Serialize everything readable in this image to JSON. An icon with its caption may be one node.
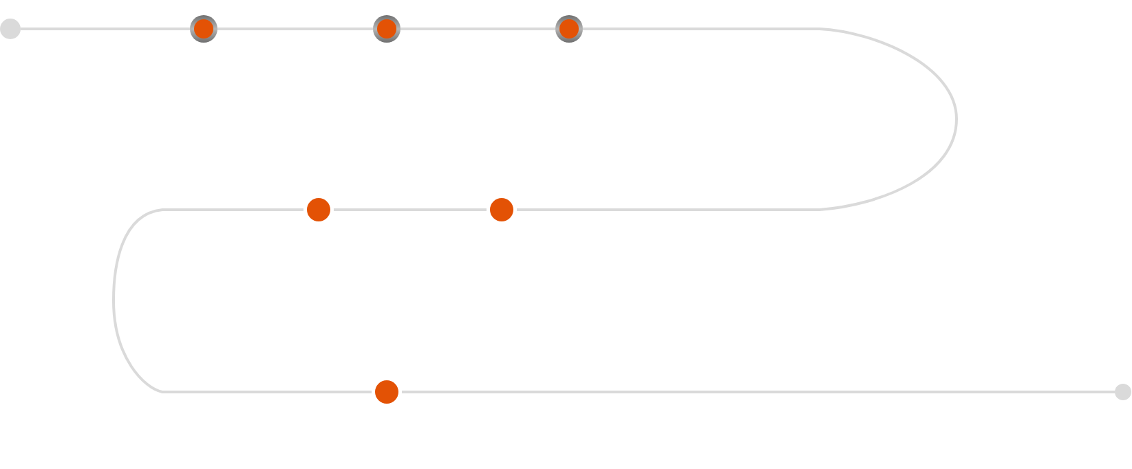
{
  "diagram": {
    "nodes": [
      {
        "text": [],
        "shape": "circle"
      },
      {
        "text": [],
        "shape": "circle"
      },
      {
        "text": [],
        "shape": "circle"
      },
      {
        "text": [],
        "shape": "circle"
      },
      {
        "text": [],
        "shape": "circle"
      },
      {
        "text": [],
        "shape": "circle"
      },
      {
        "text": [],
        "shape": "circle"
      },
      {
        "text": [],
        "shape": "circle"
      }
    ],
    "edges": [
      {
        "from": 0,
        "to": 1,
        "arrow": "none"
      },
      {
        "from": 1,
        "to": 2,
        "arrow": "none"
      },
      {
        "from": 2,
        "to": 3,
        "arrow": "none"
      },
      {
        "from": 3,
        "to": 5,
        "arrow": "none"
      },
      {
        "from": 5,
        "to": 4,
        "arrow": "none"
      },
      {
        "from": 4,
        "to": 6,
        "arrow": "none"
      },
      {
        "from": 6,
        "to": 7,
        "arrow": "none"
      }
    ]
  }
}
